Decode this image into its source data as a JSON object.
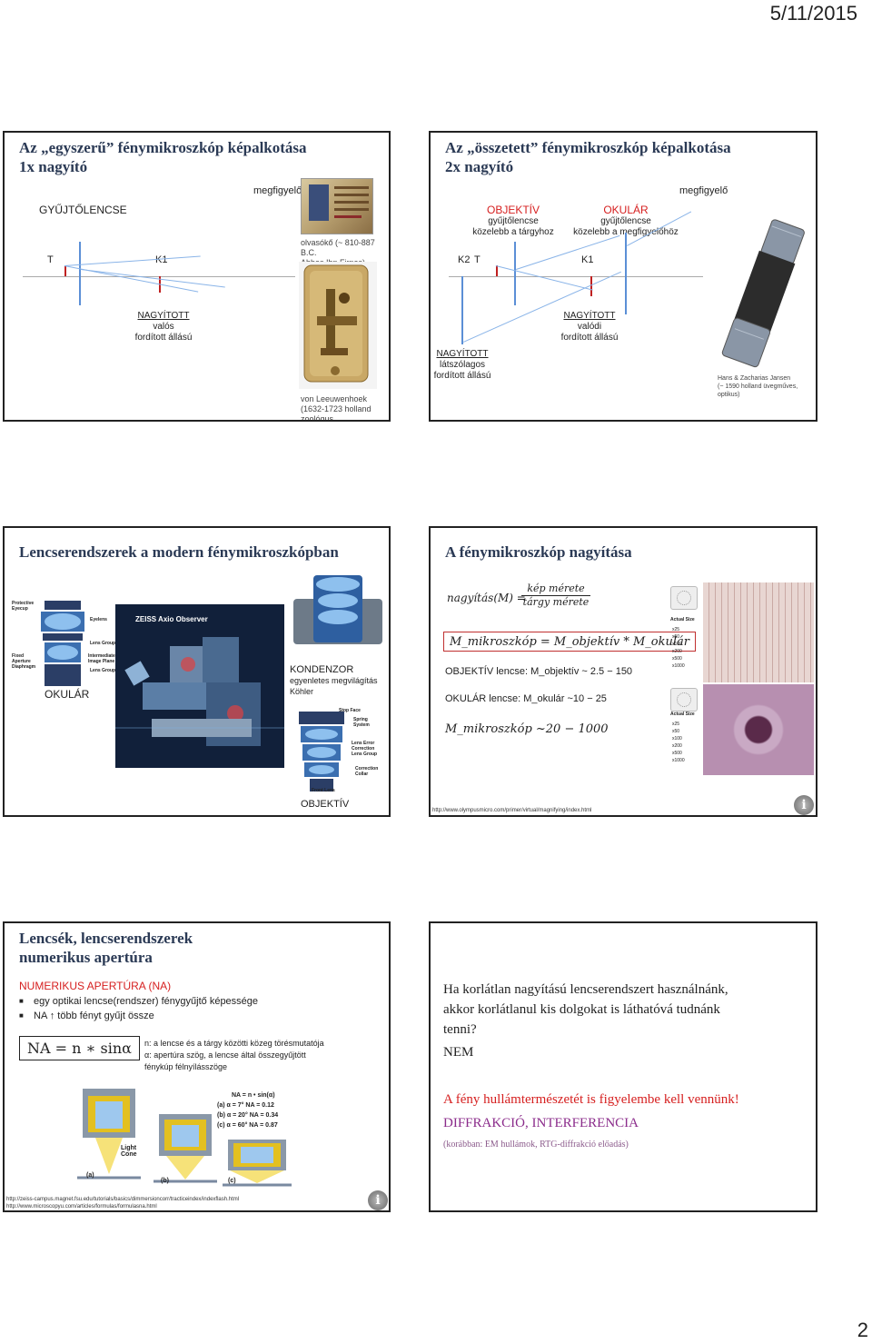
{
  "header": {
    "date": "5/11/2015"
  },
  "footer": {
    "page_number": "2"
  },
  "slide1": {
    "title_line1": "Az „egyszerű” fénymikroszkóp képalkotása",
    "title_line2": "1x nagyító",
    "label_gyujtolencse": "GYŰJTŐLENCSE",
    "label_megfigyelo": "megfigyelő",
    "label_T": "T",
    "label_K1": "K1",
    "nagyitott_title": "NAGYÍTOTT",
    "nagyitott_line2": "valós",
    "nagyitott_line3": "fordított állású",
    "olvasoko_line1": "olvasókő (~ 810-887 B.C.",
    "olvasoko_line2": "Abbas Ibn Firnas)",
    "leeuwenhoek_line1": "von Leeuwenhoek",
    "leeuwenhoek_line2": "(1632-1723 holland",
    "leeuwenhoek_line3": "zoológus, mikrobiológus)"
  },
  "slide2": {
    "title_line1": "Az „összetett” fénymikroszkóp képalkotása",
    "title_line2": "2x nagyító",
    "label_megfigyelo": "megfigyelő",
    "objektiv_title": "OBJEKTÍV",
    "objektiv_line2": "gyűjtőlencse",
    "objektiv_line3": "közelebb a tárgyhoz",
    "okular_title": "OKULÁR",
    "okular_line2": "gyűjtőlencse",
    "okular_line3": "közelebb a megfigyelőhöz",
    "label_K2": "K2",
    "label_T": "T",
    "label_K1": "K1",
    "nagyitott_valodi_title": "NAGYÍTOTT",
    "nagyitott_valodi_line2": "valódi",
    "nagyitott_valodi_line3": "fordított állású",
    "nagyitott_latszo_title": "NAGYÍTOTT",
    "nagyitott_latszo_line2": "látszólagos",
    "nagyitott_latszo_line3": "fordított állású",
    "jansen_line1": "Hans & Zacharias Jansen",
    "jansen_line2": "(~ 1590 holland üvegműves,",
    "jansen_line3": "optikus)"
  },
  "slide3": {
    "title": "Lencserendszerek a modern fénymikroszkópban",
    "okular_label": "OKULÁR",
    "kondenzor_title": "KONDENZOR",
    "kondenzor_line2": "egyenletes megvilágítás",
    "kondenzor_line3": "Köhler",
    "objektiv_label": "OBJEKTÍV",
    "zeiss_label": "ZEISS Axio Observer",
    "eyepiece_labels": [
      "Protective Eyecup",
      "Eyelens",
      "Lens Group",
      "Fixed Aperture Diaphragm",
      "Intermediate Image Plane",
      "Lens Group"
    ],
    "objective_labels": [
      "Stop Face",
      "Spring System",
      "Lens Error Correction Lens Group",
      "Correction Collar",
      "Front Lens"
    ]
  },
  "slide4": {
    "title": "A fénymikroszkóp nagyítása",
    "formula_lhs": "nagyítás(M) =",
    "formula_num": "kép mérete",
    "formula_den": "tárgy mérete",
    "formula_product": "M_mikroszkóp = M_objektív * M_okulár",
    "objektiv_line": "OBJEKTÍV lencse: M_objektív ~ 2.5 − 150",
    "okular_line": "OKULÁR lencse: M_okulár ~10 − 25",
    "mikroszkop_line": "M_mikroszkóp ~20 − 1000",
    "url": "http://www.olympusmicro.com/primer/virtual/magnifying/index.html",
    "actual_size": "Actual Size",
    "zoom_options_top": [
      "x25",
      "x50",
      "x100",
      "x200",
      "x500",
      "x1000"
    ],
    "zoom_options_bottom": [
      "x25",
      "x50",
      "x100",
      "x200",
      "x500",
      "x1000"
    ]
  },
  "slide5": {
    "title_line1": "Lencsék, lencserendszerek",
    "title_line2": "numerikus apertúra",
    "na_heading": "NUMERIKUS APERTÚRA (NA)",
    "bullet1": "egy optikai lencse(rendszer) fénygyűjtő képessége",
    "bullet2": "NA ↑ több fényt gyűjt össze",
    "formula": "NA = n ∗ sinα",
    "desc_line1": "n: a lencse és a tárgy közötti közeg törésmutatója",
    "desc_line2": "α: apertúra szög, a lencse által összegyűjtött",
    "desc_line3": "fénykúp félnyílásszöge",
    "table_title": "NA = n • sin(α)",
    "table_rows": [
      "(a) α = 7°    NA = 0.12",
      "(b) α = 20°   NA = 0.34",
      "(c) α = 60°   NA = 0.87"
    ],
    "panel_labels": [
      "(a)",
      "(b)",
      "(c)"
    ],
    "light_cone": "Light Cone",
    "url1": "http://zeiss-campus.magnet.fsu.edu/tutorials/basics/dimmersioncorr/tracticeindex/indexflash.html",
    "url2": "http://www.microscopyu.com/articles/formulas/formulasna.html"
  },
  "slide6": {
    "question_line1": "Ha korlátlan nagyítású lencserendszert használnánk,",
    "question_line2": "akkor korlátlanul kis dolgokat is láthatóvá tudnánk",
    "question_line3": "tenni?",
    "answer": "NEM",
    "statement": "A fény hullámtermészetét is figyelembe kell vennünk!",
    "diffraction": "DIFFRAKCIÓ, INTERFERENCIA",
    "earlier": "(korábban: EM hullámok, RTG-diffrakció előadás)"
  },
  "colors": {
    "title": "#2b3a55",
    "accent_red": "#d62020",
    "lens_blue": "#5b8fd6"
  }
}
